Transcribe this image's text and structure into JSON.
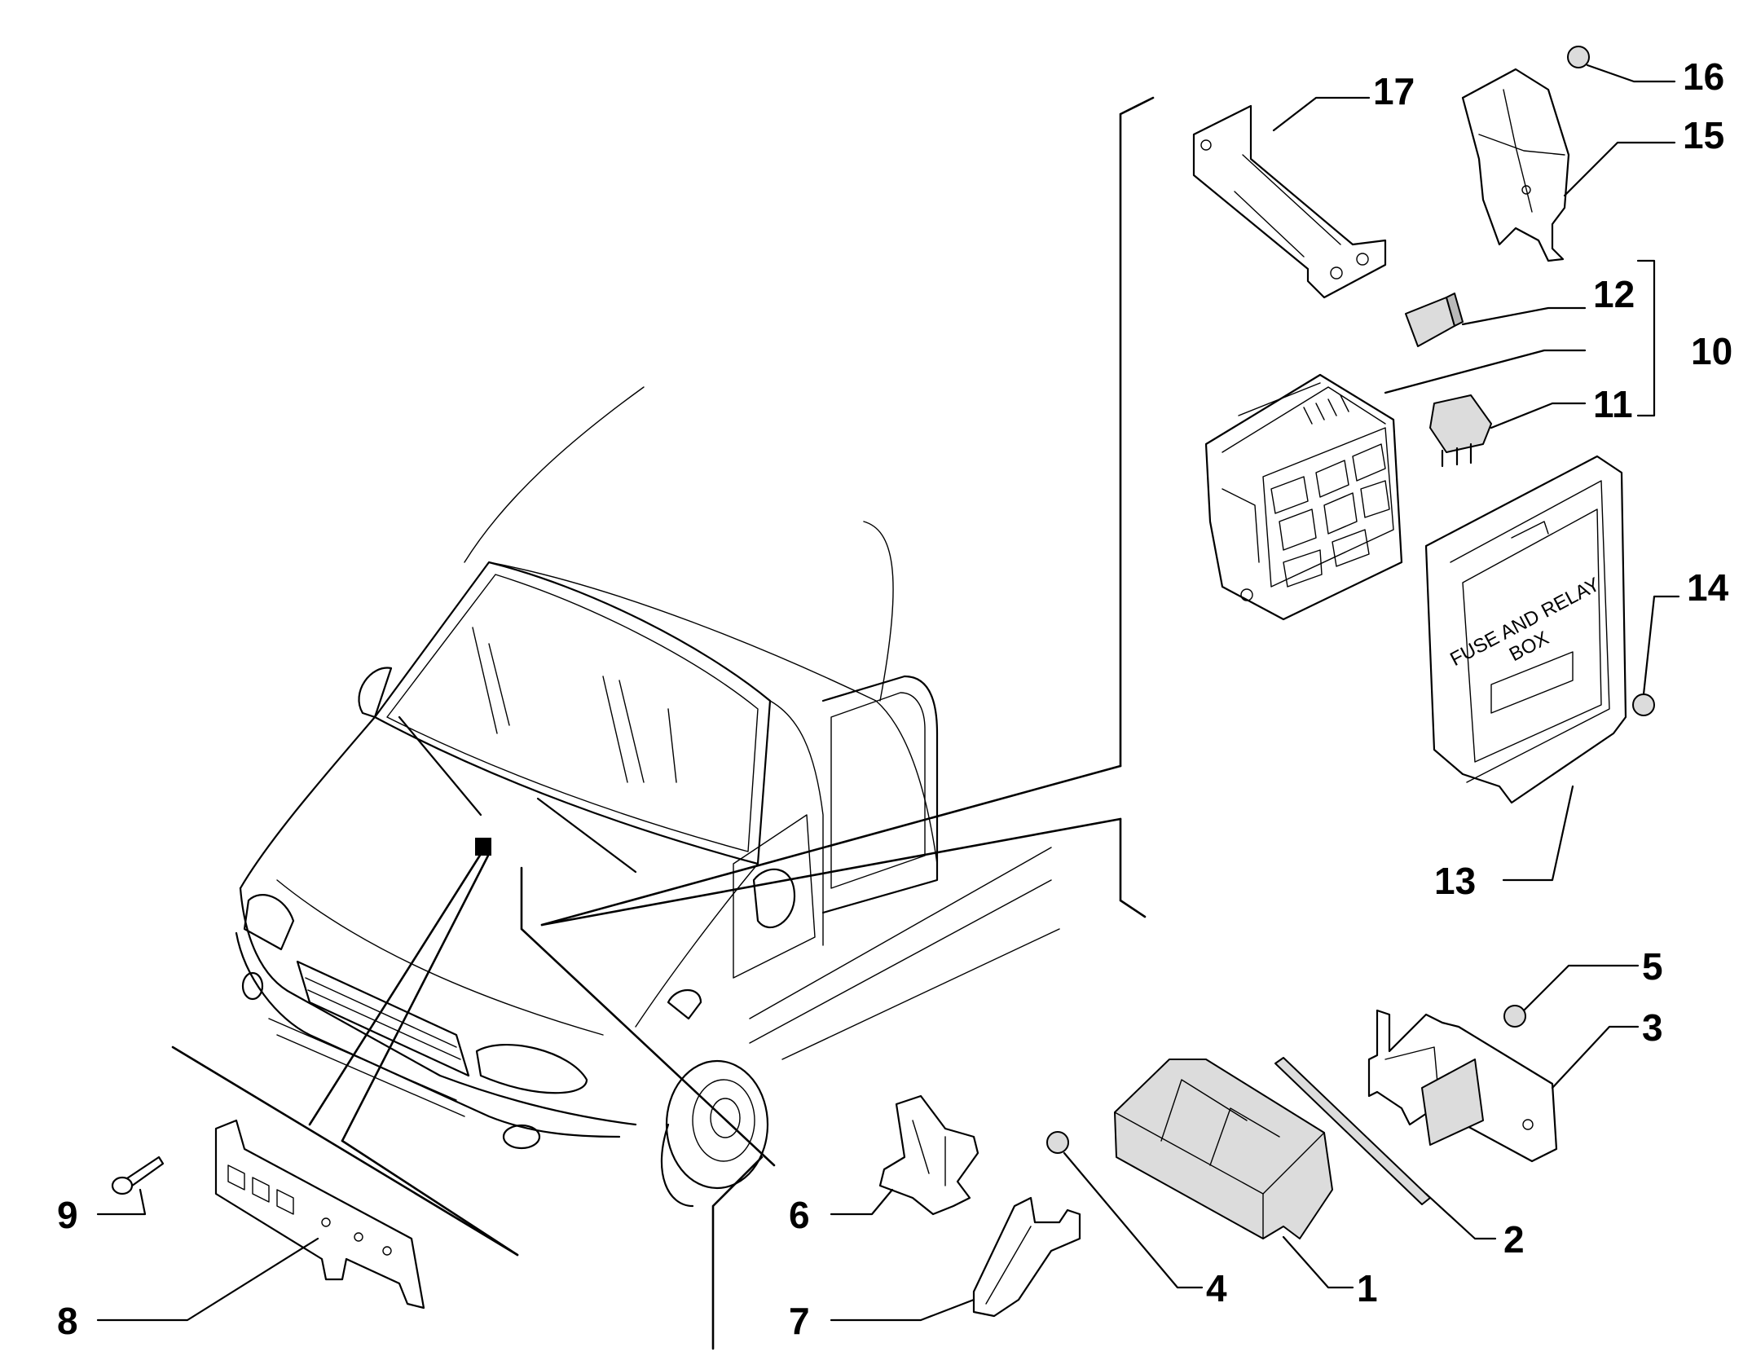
{
  "diagram": {
    "callouts": [
      "1",
      "2",
      "3",
      "4",
      "5",
      "6",
      "7",
      "8",
      "9",
      "10",
      "11",
      "12",
      "13",
      "14",
      "15",
      "16",
      "17"
    ],
    "box_label_line1": "FUSE AND RELAY",
    "box_label_line2": "BOX"
  }
}
